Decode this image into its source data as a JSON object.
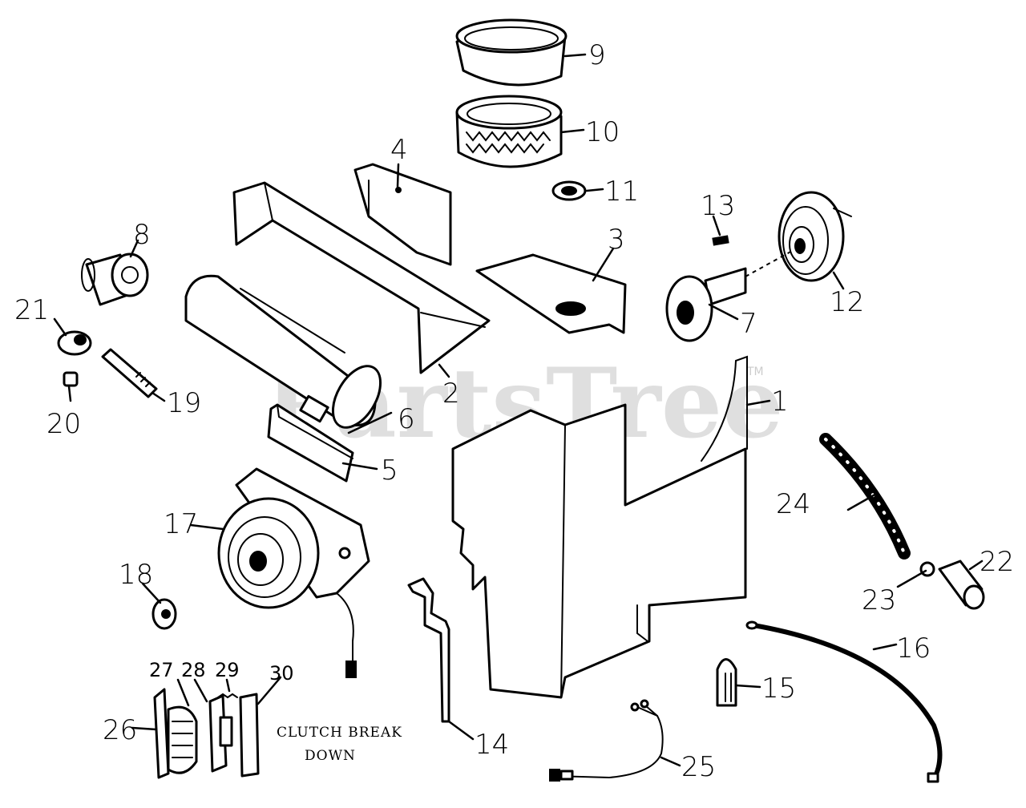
{
  "callouts": {
    "c1": "1",
    "c2": "2",
    "c3": "3",
    "c4": "4",
    "c5": "5",
    "c6": "6",
    "c7": "7",
    "c8": "8",
    "c9": "9",
    "c10": "10",
    "c11": "11",
    "c12": "12",
    "c13": "13",
    "c14": "14",
    "c15": "15",
    "c16": "16",
    "c17": "17",
    "c18": "18",
    "c19": "19",
    "c20": "20",
    "c21": "21",
    "c22": "22",
    "c23": "23",
    "c24": "24",
    "c25": "25",
    "c26": "26",
    "c27": "27",
    "c28": "28",
    "c29": "29",
    "c30": "30"
  },
  "caption": {
    "line1": "CLUTCH BREAK",
    "line2": "DOWN"
  },
  "watermark": {
    "text": "PartsTree",
    "tm": "TM"
  }
}
